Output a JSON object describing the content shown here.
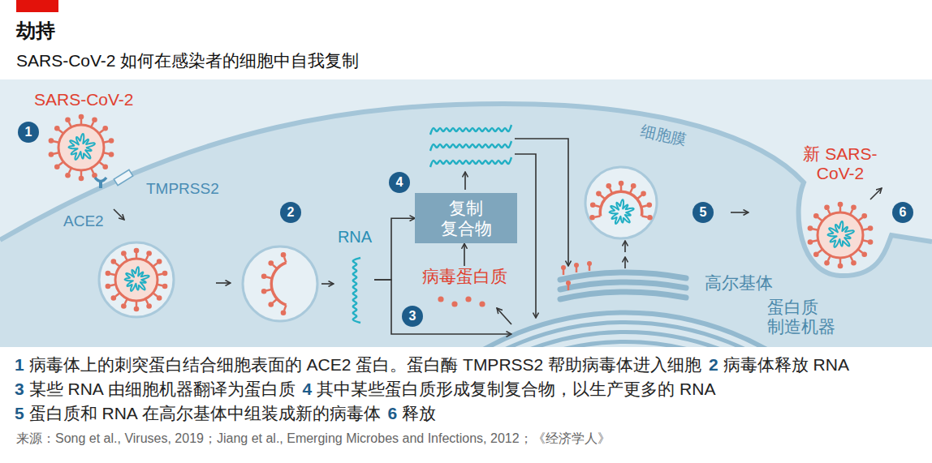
{
  "diagram": {
    "title": "劫持",
    "nodes": [
      {
        "text": [
          "SARS-CoV-2"
        ]
      },
      {
        "text": [
          "RNA"
        ]
      },
      {
        "text": [
          "复制 复合物"
        ]
      },
      {
        "text": [
          "病毒蛋白质"
        ]
      },
      {
        "text": [
          "高尔基体"
        ]
      },
      {
        "text": [
          "蛋白质 制造机器"
        ]
      },
      {
        "text": [
          "新 SARS-CoV-2"
        ]
      }
    ],
    "edges": [
      {
        "from": 1,
        "to": 2,
        "arrow": "to"
      },
      {
        "from": 1,
        "to": 5,
        "arrow": "to"
      },
      {
        "from": 5,
        "to": 3,
        "arrow": "to"
      },
      {
        "from": 3,
        "to": 2,
        "arrow": "to"
      }
    ],
    "labels": [
      "SARS-CoV-2 如何在感染者的细胞中自我复制",
      "1",
      "ACE2",
      "TMPRSS2",
      "2",
      "3",
      "4",
      "细胞膜",
      "5",
      "6",
      "1",
      "病毒体上的刺突蛋白结合细胞表面的 ACE2 蛋白。蛋白酶 TMPRSS2 帮助病毒体进入细胞",
      "2",
      "病毒体释放 RNA",
      "3",
      "某些 RNA 由细胞机器翻译为蛋白质",
      "4",
      "其中某些蛋白质形成复制复合物，以生产更多的 RNA",
      "5",
      "蛋白质和 RNA 在高尔基体中组装成新的病毒体",
      "6",
      "释放",
      "来源：Song et al., Viruses, 2019；Jiang et al., Emerging Microbes and Infections, 2012；《经济学人》"
    ]
  }
}
